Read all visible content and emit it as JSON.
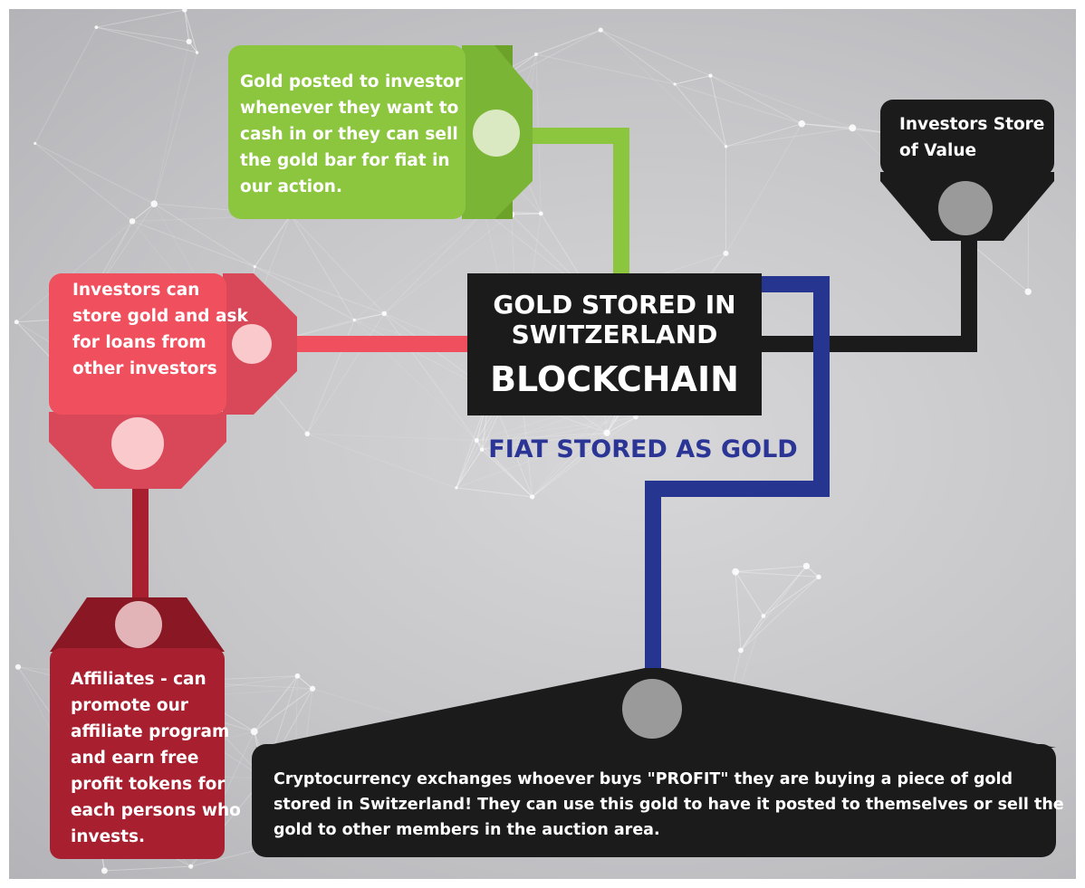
{
  "hub": {
    "line1": "GOLD STORED IN",
    "line2": "SWITZERLAND",
    "line3": "BLOCKCHAIN"
  },
  "fiat_label": "FIAT STORED AS GOLD",
  "nodes": {
    "green": {
      "text": "Gold posted to investor whenever they want to cash in or they can sell the gold bar for fiat in our action."
    },
    "red": {
      "text": "Investors can store gold and ask for loans from other investors"
    },
    "dark_red": {
      "text": "Affiliates - can promote our affiliate program and earn free profit tokens for each persons who invests."
    },
    "store": {
      "text": "Investors Store of Value"
    },
    "exchange": {
      "text": "Cryptocurrency exchanges whoever buys \"PROFIT\" they are buying a piece of gold stored in Switzerland! They can use this gold to have it posted to themselves or sell the gold to other members in the auction area."
    }
  },
  "colors": {
    "green": "#8cc63f",
    "green_dark": "#6ca22a",
    "red": "#f0505e",
    "red_dark": "#c9404f",
    "dark_red": "#a8202f",
    "dark_red_shade": "#8a1724",
    "black": "#1b1b1b",
    "blue": "#2b3596",
    "blue_line": "#26358f"
  }
}
